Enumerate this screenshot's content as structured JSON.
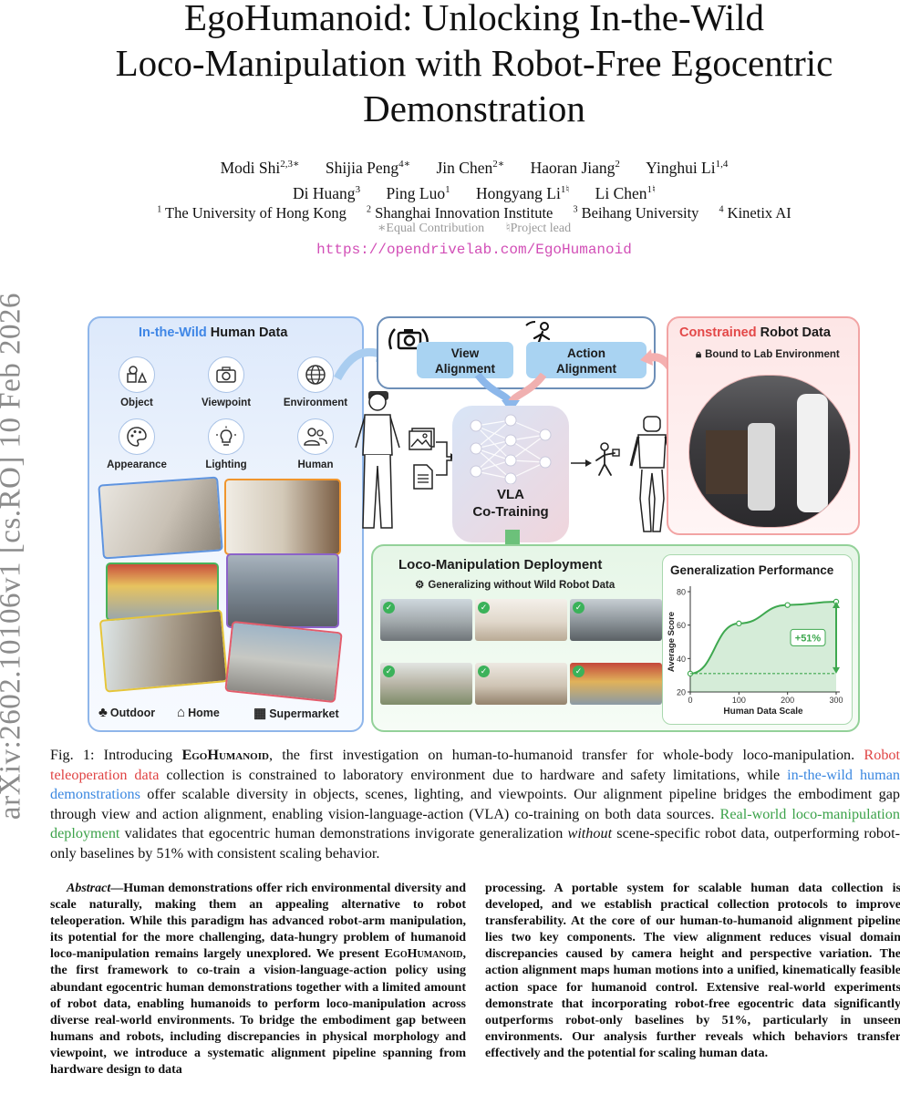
{
  "arxiv_id": "arXiv:2602.10106v1  [cs.RO]  10 Feb 2026",
  "paper": {
    "title_lines": [
      "EgoHumanoid: Unlocking In-the-Wild",
      "Loco-Manipulation with Robot-Free Egocentric",
      "Demonstration"
    ],
    "authors_row1": [
      {
        "name": "Modi Shi",
        "sup": "2,3∗"
      },
      {
        "name": "Shijia Peng",
        "sup": "4∗"
      },
      {
        "name": "Jin Chen",
        "sup": "2∗"
      },
      {
        "name": "Haoran Jiang",
        "sup": "2"
      },
      {
        "name": "Yinghui Li",
        "sup": "1,4"
      }
    ],
    "authors_row2": [
      {
        "name": "Di Huang",
        "sup": "3"
      },
      {
        "name": "Ping Luo",
        "sup": "1"
      },
      {
        "name": "Hongyang Li",
        "sup": "1♮"
      },
      {
        "name": "Li Chen",
        "sup": "1♮"
      }
    ],
    "affiliations": [
      {
        "sup": "1",
        "name": "The University of Hong Kong"
      },
      {
        "sup": "2",
        "name": "Shanghai Innovation Institute"
      },
      {
        "sup": "3",
        "name": "Beihang University"
      },
      {
        "sup": "4",
        "name": "Kinetix AI"
      }
    ],
    "note_equal": "∗Equal Contribution",
    "note_lead": "♮Project lead",
    "url": "https://opendrivelab.com/EgoHumanoid"
  },
  "figure": {
    "human": {
      "title_hl": "In-the-Wild",
      "title_rest": " Human Data",
      "categories": [
        "Object",
        "Viewpoint",
        "Environment",
        "Appearance",
        "Lighting",
        "Human"
      ],
      "locations": [
        "Outdoor",
        "Home",
        "Supermarket"
      ]
    },
    "alignment": {
      "view": [
        "View",
        "Alignment"
      ],
      "action": [
        "Action",
        "Alignment"
      ]
    },
    "vla": [
      "VLA",
      "Co-Training"
    ],
    "robot": {
      "title_hl": "Constrained",
      "title_rest": " Robot Data",
      "subtitle": "Bound to Lab Environment"
    },
    "deploy": {
      "title": "Loco-Manipulation Deployment",
      "subtitle": "Generalizing without Wild Robot Data"
    },
    "gen": {
      "title": "Generalization Performance",
      "improvement": "+51%"
    },
    "chart_data": {
      "type": "line",
      "title": "Generalization Performance",
      "xlabel": "Human Data Scale",
      "ylabel": "Average Score",
      "x": [
        0,
        100,
        200,
        300
      ],
      "values": [
        31,
        61,
        72,
        74
      ],
      "baseline": 31,
      "annotation": "+51%",
      "xlim": [
        0,
        300
      ],
      "ylim": [
        20,
        80
      ],
      "xticks": [
        "0",
        "100",
        "200",
        "300"
      ],
      "yticks": [
        "20",
        "40",
        "60",
        "80"
      ],
      "color": "#3ea84f"
    }
  },
  "caption": {
    "prefix": "Fig. 1:  Introducing ",
    "name": "EgoHumanoid",
    "p1": ", the first investigation on human-to-humanoid transfer for whole-body loco-manipulation. ",
    "red": "Robot teleoperation data",
    "p2": " collection is constrained to laboratory environment due to hardware and safety limitations, while ",
    "blue": "in-the-wild human demonstrations",
    "p3": " offer scalable diversity in objects, scenes, lighting, and viewpoints. Our alignment pipeline bridges the embodiment gap through view and action alignment, enabling vision-language-action (VLA) co-training on both data sources. ",
    "green": "Real-world loco-manipulation deployment",
    "p4": " validates that egocentric human demonstrations invigorate generalization ",
    "italic": "without",
    "p5": " scene-specific robot data, outperforming robot-only baselines by 51% with consistent scaling behavior."
  },
  "abstract": {
    "label": "Abstract",
    "left_a": "—Human demonstrations offer rich environmental diversity and scale naturally, making them an appealing alternative to robot teleoperation. While this paradigm has advanced robot-arm manipulation, its potential for the more challenging, data-hungry problem of humanoid loco-manipulation remains largely unexplored. We present ",
    "name": "EgoHumanoid",
    "left_b": ", the first framework to co-train a vision-language-action policy using abundant egocentric human demonstrations together with a limited amount of robot data, enabling humanoids to perform loco-manipulation across diverse real-world environments. To bridge the embodiment gap between humans and robots, including discrepancies in physical morphology and viewpoint, we introduce a systematic alignment pipeline spanning from hardware design to data",
    "right": "processing. A portable system for scalable human data collection is developed, and we establish practical collection protocols to improve transferability. At the core of our human-to-humanoid alignment pipeline lies two key components. The view alignment reduces visual domain discrepancies caused by camera height and perspective variation. The action alignment maps human motions into a unified, kinematically feasible action space for humanoid control. Extensive real-world experiments demonstrate that incorporating robot-free egocentric data significantly outperforms robot-only baselines by 51%, particularly in unseen environments. Our analysis further reveals which behaviors transfer effectively and the potential for scaling human data."
  },
  "icons": [
    "shapes-icon",
    "camera-icon",
    "globe-icon",
    "palette-icon",
    "bulb-icon",
    "people-icon",
    "tree-icon",
    "home-icon",
    "store-icon",
    "lock-icon",
    "gear-icon"
  ]
}
